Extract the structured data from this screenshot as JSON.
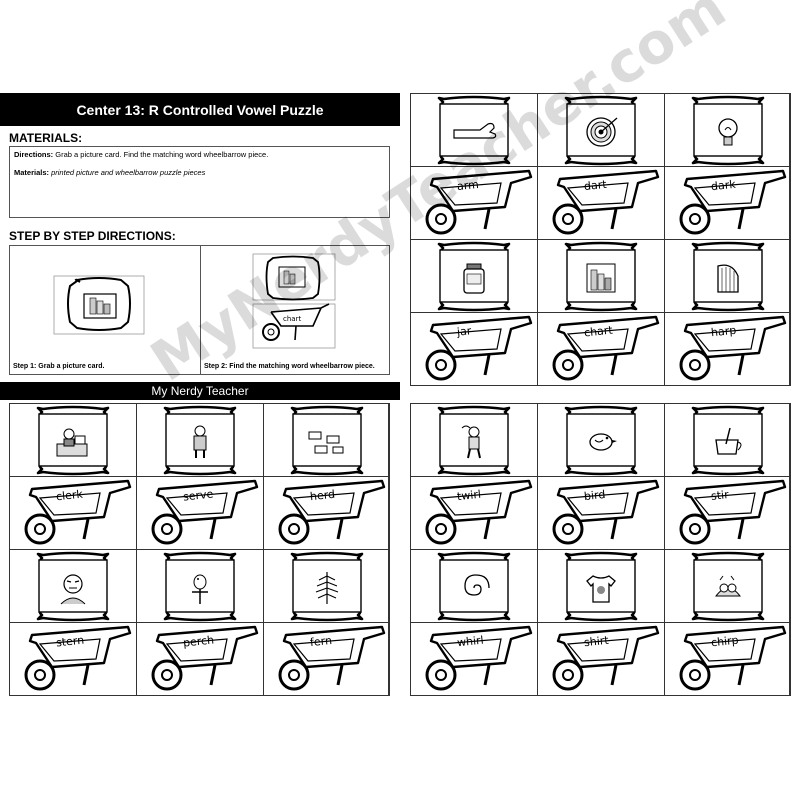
{
  "header": {
    "title": "Center 13: R Controlled Vowel Puzzle"
  },
  "materials": {
    "heading": "MATERIALS:",
    "directions_label": "Directions:",
    "directions_text": " Grab a picture card. Find the matching word wheelbarrow piece.",
    "materials_label": "Materials:",
    "materials_text": " printed picture and wheelbarrow puzzle pieces"
  },
  "steps": {
    "heading": "STEP BY STEP DIRECTIONS:",
    "step1": "Step 1: Grab a picture card.",
    "step2": "Step 2: Find the matching word wheelbarrow piece.",
    "sample_word": "chart"
  },
  "footer": {
    "brand": "My Nerdy Teacher"
  },
  "watermark": "MyNerdyTeacher.com",
  "puzzles": {
    "top_right": [
      {
        "word": "arm",
        "icon": "arm-icon"
      },
      {
        "word": "dart",
        "icon": "dartboard-icon"
      },
      {
        "word": "dark",
        "icon": "lightbulb-icon"
      },
      {
        "word": "jar",
        "icon": "jar-icon"
      },
      {
        "word": "chart",
        "icon": "chart-icon"
      },
      {
        "word": "harp",
        "icon": "harp-icon"
      }
    ],
    "bottom_left": [
      {
        "word": "clerk",
        "icon": "clerk-icon"
      },
      {
        "word": "serve",
        "icon": "server-icon"
      },
      {
        "word": "herd",
        "icon": "herd-icon"
      },
      {
        "word": "stern",
        "icon": "stern-face-icon"
      },
      {
        "word": "perch",
        "icon": "bird-perch-icon"
      },
      {
        "word": "fern",
        "icon": "fern-icon"
      }
    ],
    "bottom_right": [
      {
        "word": "twirl",
        "icon": "twirl-icon"
      },
      {
        "word": "bird",
        "icon": "bird-icon"
      },
      {
        "word": "stir",
        "icon": "stir-cup-icon"
      },
      {
        "word": "whirl",
        "icon": "whirl-icon"
      },
      {
        "word": "shirt",
        "icon": "shirt-icon"
      },
      {
        "word": "chirp",
        "icon": "chirp-icon"
      }
    ]
  }
}
